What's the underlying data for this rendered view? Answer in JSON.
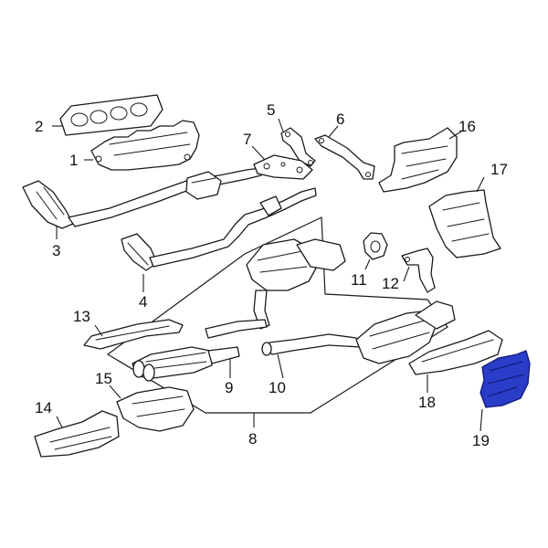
{
  "diagram": {
    "highlight_color": "#2a3dc8",
    "line_color": "#1a1a1a",
    "callouts": {
      "c1": "1",
      "c2": "2",
      "c3": "3",
      "c4": "4",
      "c5": "5",
      "c6": "6",
      "c7": "7",
      "c8": "8",
      "c9": "9",
      "c10": "10",
      "c11": "11",
      "c12": "12",
      "c13": "13",
      "c14": "14",
      "c15": "15",
      "c16": "16",
      "c17": "17",
      "c18": "18",
      "c19": "19"
    },
    "highlighted_part": "19"
  }
}
